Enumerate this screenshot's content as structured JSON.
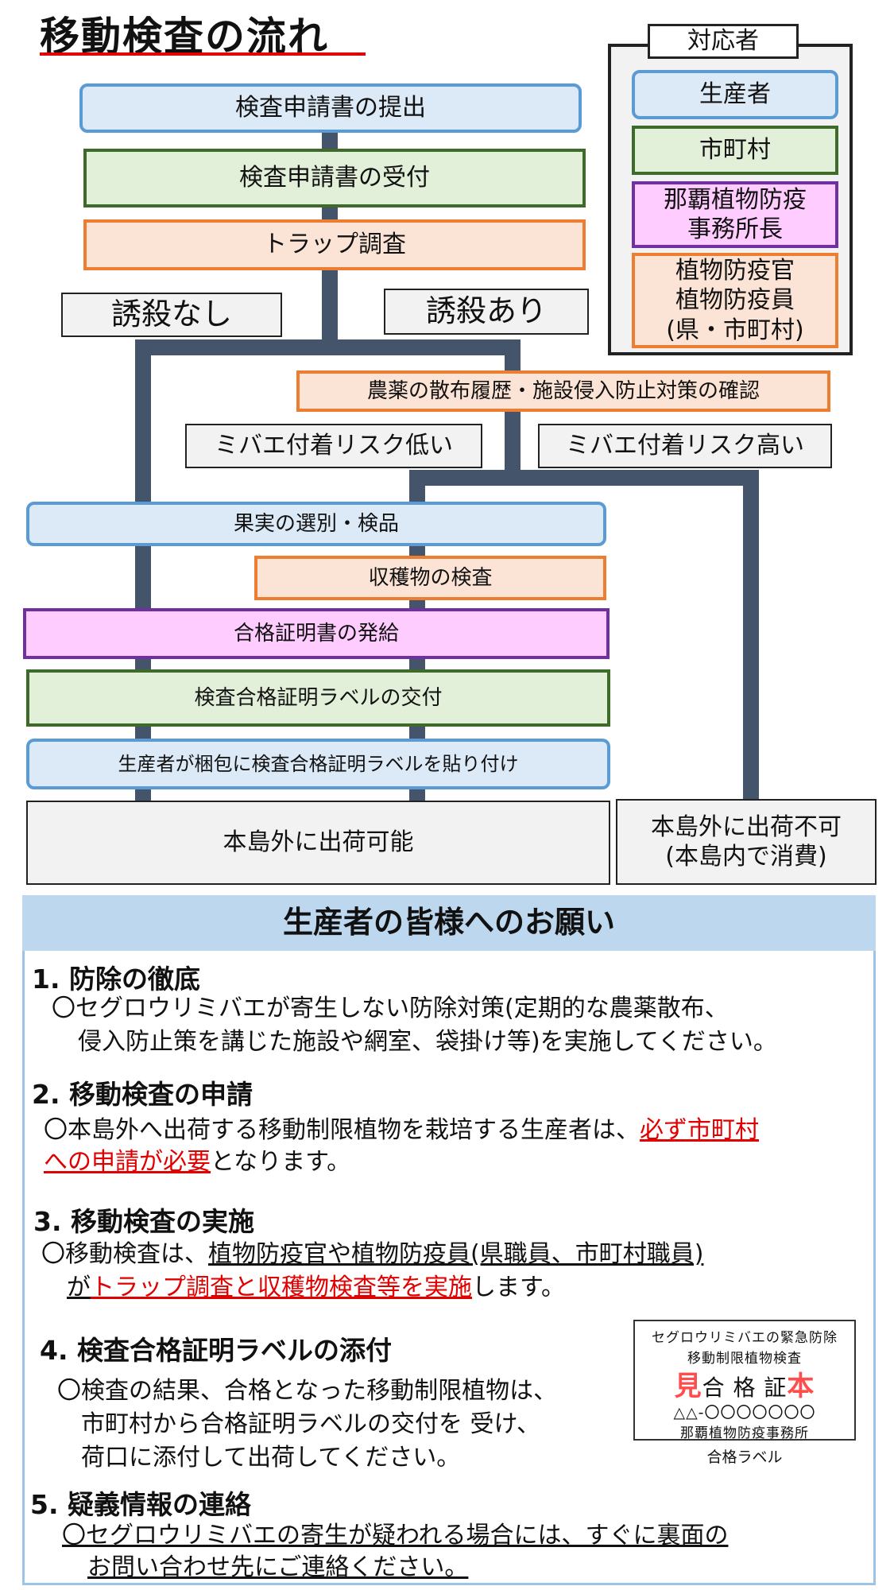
{
  "title": "移動検査の流れ",
  "legend": {
    "heading": "対応者",
    "items": [
      {
        "label": "生産者",
        "color": "#dce9f6"
      },
      {
        "label": "市町村",
        "color": "#e2efd9"
      },
      {
        "label": "那覇植物防疫\n事務所長",
        "color": "#ffccff"
      },
      {
        "label": "植物防疫官\n植物防疫員\n(県・市町村)",
        "color": "#fbe4d5"
      }
    ]
  },
  "flow": {
    "step1": "検査申請書の提出",
    "step2": "検査申請書の受付",
    "step3": "トラップ調査",
    "no_catch": "誘殺なし",
    "catch": "誘殺あり",
    "pesticide_check": "農薬の散布履歴・施設侵入防止対策の確認",
    "risk_low": "ミバエ付着リスク低い",
    "risk_high": "ミバエ付着リスク高い",
    "sorting": "果実の選別・検品",
    "harvest_inspection": "収穫物の検査",
    "certificate": "合格証明書の発給",
    "label_issue": "検査合格証明ラベルの交付",
    "label_attach": "生産者が梱包に検査合格証明ラベルを貼り付け",
    "ship_ok": "本島外に出荷可能",
    "ship_ng": "本島外に出荷不可\n(本島内で消費)"
  },
  "notes": {
    "heading": "生産者の皆様へのお願い",
    "s1_title": "1. 防除の徹底",
    "s1_line1": "〇セグロウリミバエが寄生しない防除対策(定期的な農薬散布、",
    "s1_line2": "侵入防止策を講じた施設や網室、袋掛け等)を実施してください。",
    "s2_title": "2. 移動検査の申請",
    "s2_a": "〇本島外へ出荷する移動制限植物を栽培する生産者は、",
    "s2_b": "必ず市町村",
    "s2_c": "への申請が必要",
    "s2_d": "となります。",
    "s3_title": "3. 移動検査の実施",
    "s3_a": "〇移動検査は、",
    "s3_b": "植物防疫官や植物防疫員(県職員、市町村職員)",
    "s3_c": "が",
    "s3_d": "トラップ調査と収穫物検査等を実施",
    "s3_e": "します。",
    "s4_title": "4. 検査合格証明ラベルの添付",
    "s4_line1": "〇検査の結果、合格となった移動制限植物は、",
    "s4_line2": "市町村から合格証明ラベルの交付を 受け、",
    "s4_line3": "荷口に添付して出荷してください。",
    "s5_title": "5. 疑義情報の連絡",
    "s5_line1": "〇セグロウリミバエの寄生が疑われる場合には、すぐに裏面の",
    "s5_line2": "お問い合わせ先にご連絡ください。"
  },
  "stamp": {
    "line1": "セグロウリミバエの緊急防除",
    "line2": "移動制限植物検査",
    "mihon_left": "見",
    "main": "合 格 証",
    "mihon_right": "本",
    "line4": "△△-〇〇〇〇〇〇〇",
    "line5": "那覇植物防疫事務所",
    "caption": "合格ラベル"
  }
}
